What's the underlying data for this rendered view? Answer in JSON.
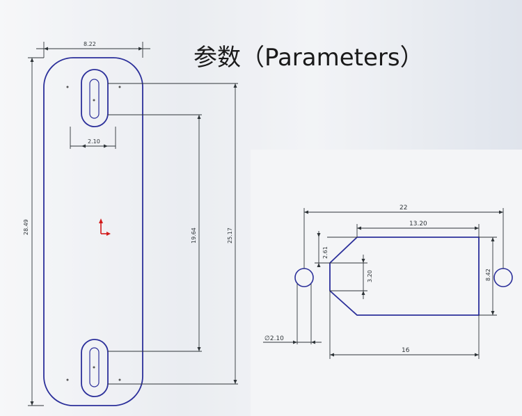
{
  "title": "参数（Parameters）",
  "colors": {
    "outline": "#2b2f9a",
    "dimension": "#2e3438",
    "axis_red": "#d21a1a",
    "panel": "#f4f5f7"
  },
  "left_drawing": {
    "dims": {
      "width": "8.22",
      "slot_width": "2.10",
      "overall_length": "28.49",
      "slot_spacing": "19.64",
      "outer_span": "25.17"
    }
  },
  "right_drawing": {
    "dims": {
      "overall_length": "22",
      "body_length": "13.20",
      "height": "8.42",
      "chamfer": "2.61",
      "tip_height": "3.20",
      "hole_diameter": "∅2.10",
      "base_length": "16"
    }
  }
}
